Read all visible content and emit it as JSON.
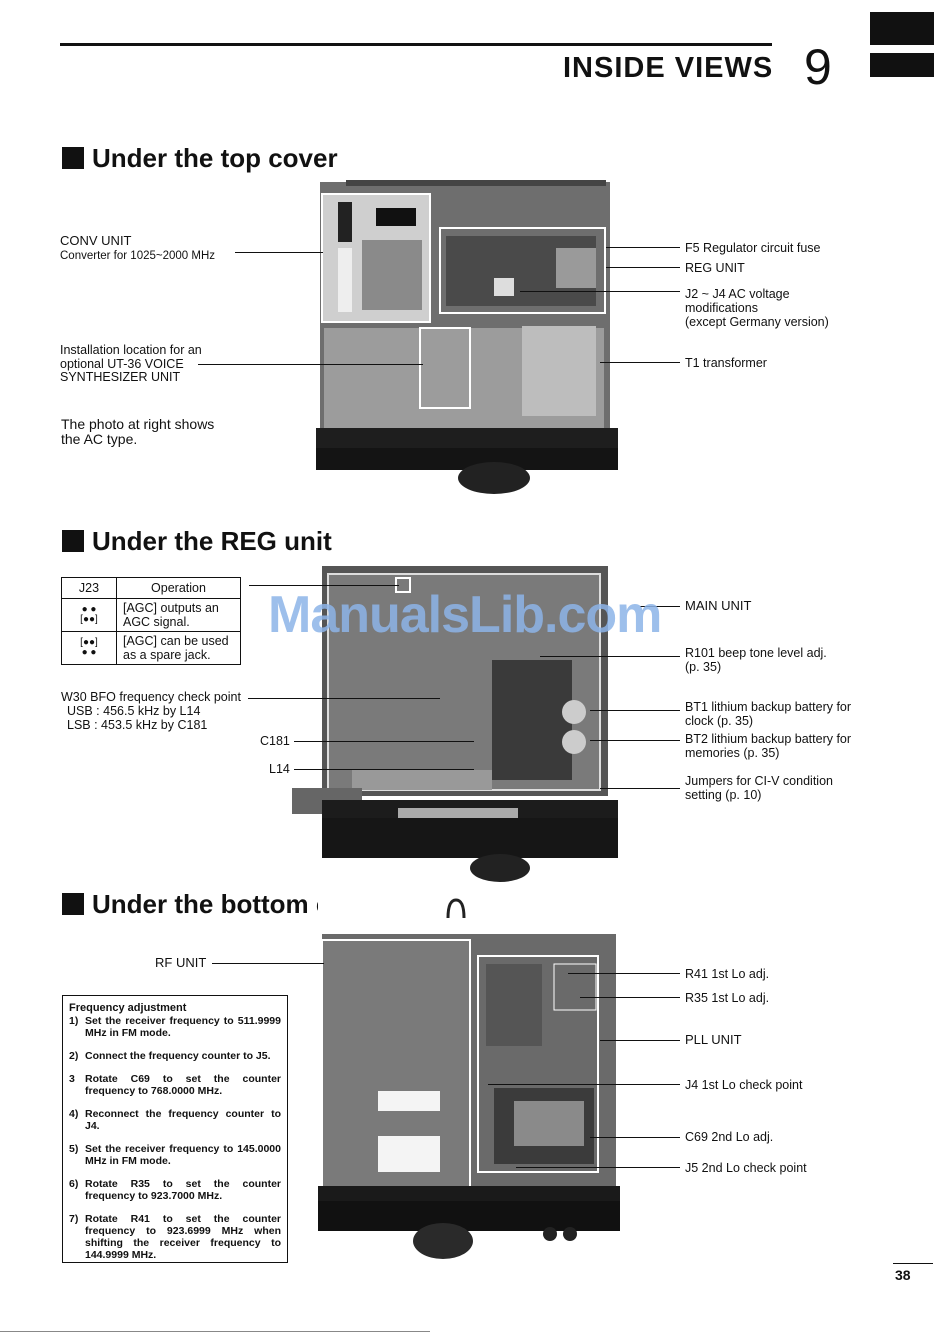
{
  "header": {
    "chapter_title": "INSIDE VIEWS",
    "chapter_number": "9"
  },
  "sections": {
    "top_cover": {
      "title": "Under the top cover",
      "conv_unit": "CONV UNIT",
      "conv_desc": "Converter for 1025~2000 MHz",
      "install_1": "Installation location for an",
      "install_2": "optional UT-36 VOICE",
      "install_3": "SYNTHESIZER UNIT",
      "photo_note_1": "The photo at right shows",
      "photo_note_2": "the AC type.",
      "fuse": "F5 Regulator circuit fuse",
      "reg_unit": "REG UNIT",
      "ac_1": "J2 ~ J4  AC voltage",
      "ac_2": "modifications",
      "ac_3": "(except Germany version)",
      "transformer": "T1 transformer"
    },
    "reg_unit": {
      "title": "Under the REG unit",
      "table_headers": [
        "J23",
        "Operation"
      ],
      "table_rows": [
        "[AGC] outputs an AGC signal.",
        "[AGC] can be used as a spare jack."
      ],
      "w30_1": "W30 BFO frequency check point",
      "w30_2": "USB : 456.5 kHz by L14",
      "w30_3": "LSB : 453.5 kHz by C181",
      "c181": "C181",
      "l14": "L14",
      "main_unit": "MAIN UNIT",
      "r101_1": "R101 beep tone level adj.",
      "r101_2": "(p. 35)",
      "bt1_1": "BT1 lithium backup battery for",
      "bt1_2": "clock (p. 35)",
      "bt2_1": "BT2 lithium backup battery for",
      "bt2_2": "memories (p. 35)",
      "civ_1": "Jumpers for CI-V condition",
      "civ_2": "setting (p. 10)"
    },
    "bottom_cover": {
      "title": "Under the bottom cover",
      "rf_unit": "RF UNIT",
      "r41": "R41 1st Lo adj.",
      "r35": "R35 1st Lo adj.",
      "pll": "PLL UNIT",
      "j4": "J4 1st Lo check point",
      "c69": "C69 2nd Lo adj.",
      "j5": "J5 2nd Lo check point",
      "freq_title": "Frequency adjustment",
      "freq_steps": [
        {
          "n": "1)",
          "t": "Set the receiver frequency to 511.9999 MHz in FM mode."
        },
        {
          "n": "2)",
          "t": "Connect the frequency counter to J5."
        },
        {
          "n": "3",
          "t": "Rotate C69 to set the counter frequency to 768.0000 MHz."
        },
        {
          "n": "4)",
          "t": "Reconnect the frequency counter to J4."
        },
        {
          "n": "5)",
          "t": "Set the receiver frequency to 145.0000 MHz in FM mode."
        },
        {
          "n": "6)",
          "t": "Rotate R35 to set the counter frequency to 923.7000 MHz."
        },
        {
          "n": "7)",
          "t": "Rotate R41 to set the counter frequency to 923.6999 MHz when shifting the receiver frequency to 144.9999 MHz."
        }
      ]
    }
  },
  "watermark": "ManualsLib.com",
  "page_number": "38"
}
